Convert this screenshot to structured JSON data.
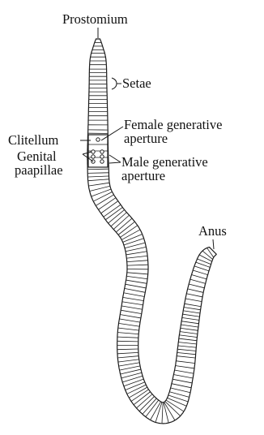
{
  "labels": {
    "prostomium": "Prostomium",
    "setae": "Setae",
    "clitellum": "Clitellum",
    "female_line1": "Female generative",
    "female_line2": "aperture",
    "genital_line1": "Genital",
    "genital_line2": "paapillae",
    "male_line1": "Male generative",
    "male_line2": "aperture",
    "anus": "Anus"
  },
  "colors": {
    "line": "#1a1a1a",
    "body_fill": "#ffffff",
    "background": "#ffffff"
  }
}
